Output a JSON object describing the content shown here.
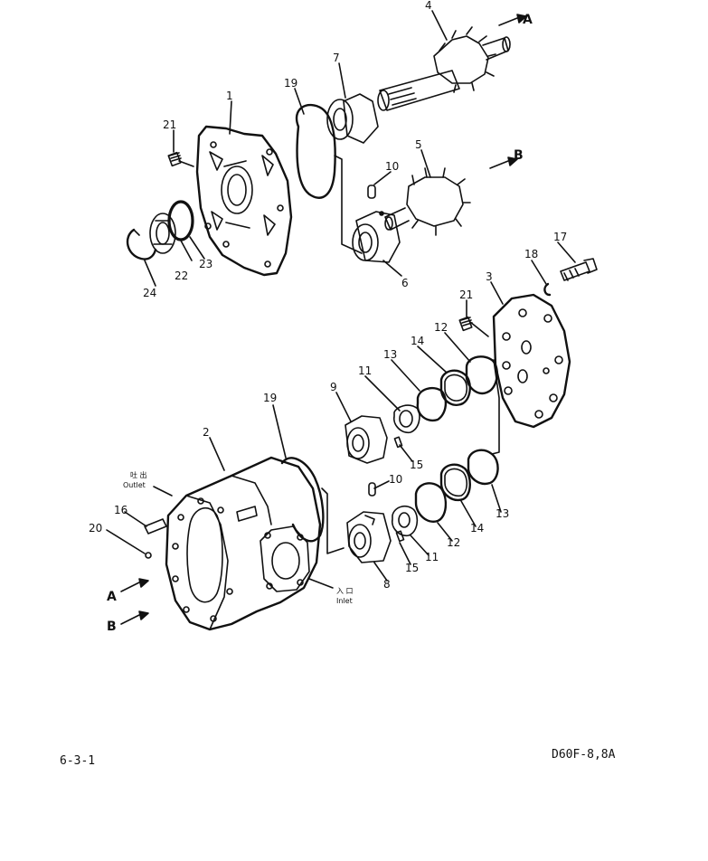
{
  "callouts": {
    "c1": "1",
    "c2": "2",
    "c3": "3",
    "c4": "4",
    "c5": "5",
    "c6": "6",
    "c7": "7",
    "c8": "8",
    "c9": "9",
    "c10a": "10",
    "c10b": "10",
    "c11a": "11",
    "c11b": "11",
    "c12a": "12",
    "c12b": "12",
    "c13a": "13",
    "c13b": "13",
    "c14a": "14",
    "c14b": "14",
    "c15a": "15",
    "c15b": "15",
    "c16": "16",
    "c17": "17",
    "c18": "18",
    "c19a": "19",
    "c19b": "19",
    "c20": "20",
    "c21a": "21",
    "c21b": "21",
    "c22": "22",
    "c23": "23",
    "c24": "24"
  },
  "flow_labels": {
    "a_top": "A",
    "b_top": "B",
    "a_bottom": "A",
    "b_bottom": "B"
  },
  "ports": {
    "outlet_kana": "吐 出",
    "outlet": "Outlet",
    "inlet_kana": "入 口",
    "inlet": "Inlet"
  },
  "footer": {
    "page_number": "6-3-1",
    "model_code": "D60F-8,8A"
  }
}
